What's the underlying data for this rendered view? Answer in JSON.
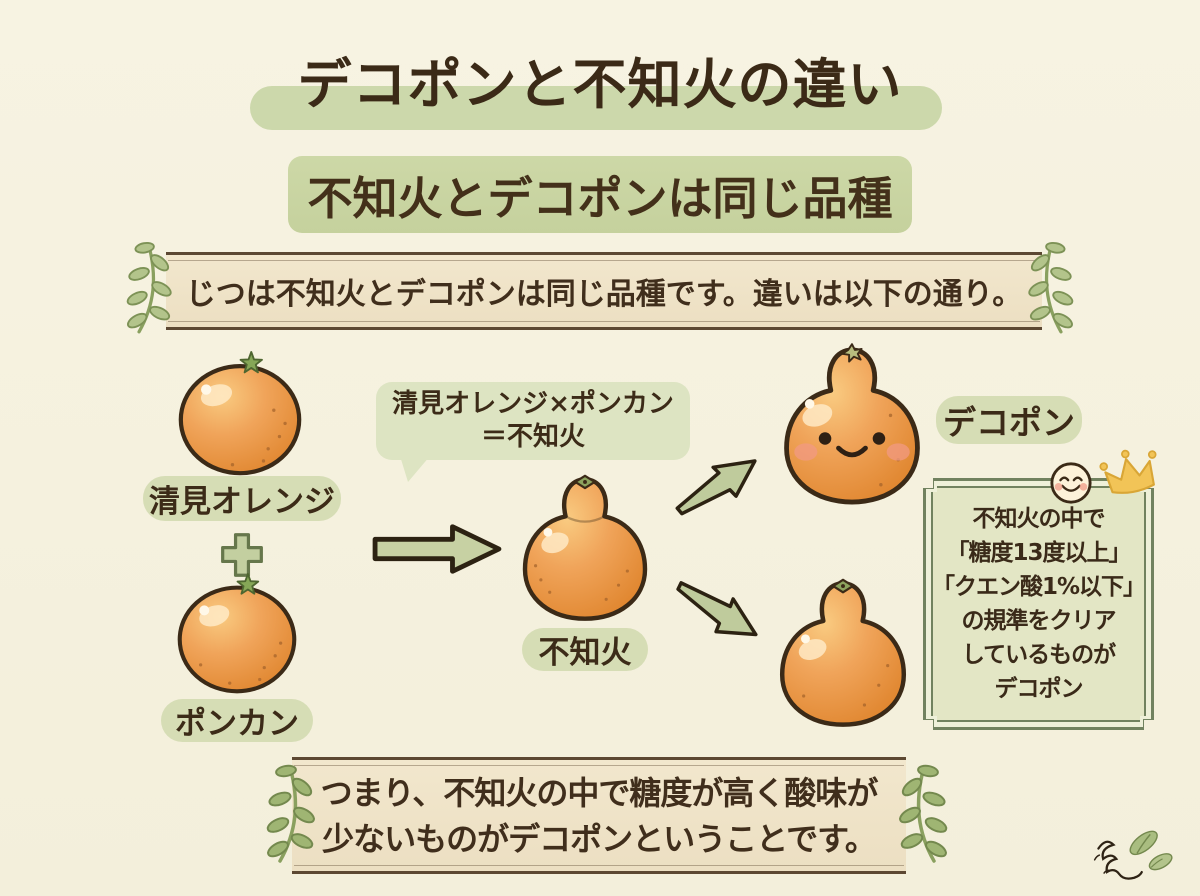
{
  "page": {
    "title": "デコポンと不知火の違い",
    "subtitle": "不知火とデコポンは同じ品種"
  },
  "intro_box": {
    "text": "じつは不知火とデコポンは同じ品種です。違いは以下の通り。"
  },
  "diagram": {
    "parent1_label": "清見オレンジ",
    "plus_symbol": "＋",
    "parent2_label": "ポンカン",
    "bubble": {
      "line1": "清見オレンジ×ポンカン",
      "line2": "＝不知火"
    },
    "child_label": "不知火",
    "dekopon_label": "デコポン",
    "criteria_box": {
      "lines": [
        "不知火の中で",
        "「糖度13度以上」",
        "「クエン酸1%以下」",
        "の規準をクリア",
        "しているものが",
        "デコポン"
      ]
    }
  },
  "conclusion_box": {
    "line1": "つまり、不知火の中で糖度が高く酸味が",
    "line2": "少ないものがデコポンということです。"
  },
  "icons": {
    "plus_icon": "＋",
    "arrow_right_icon": "→",
    "arrow_up_right_icon": "↗",
    "arrow_down_right_icon": "↘",
    "smiley_face_icon": "☺",
    "crown_icon": "♛",
    "laurel_branch_icon": "❧",
    "leaf_icon": "🍃"
  },
  "colors": {
    "background": "#f5f1de",
    "title_highlight_green": "#ccd8ab",
    "banner_green": "#c9d4a0",
    "pill_green": "#d6ddb5",
    "bubble_green": "#dde4c2",
    "arrow_green": "#c7d1a3",
    "parchment": "#f0e4c8",
    "text_brown": "#3f2d1b",
    "fruit_orange": "#efa452",
    "frame_green": "#71825f",
    "crown_gold": "#f2c457",
    "cheek_pink": "#f29a83"
  }
}
